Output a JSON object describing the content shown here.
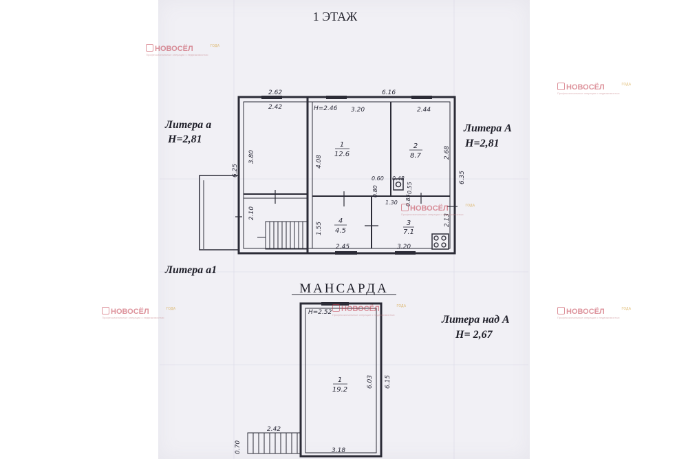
{
  "floor1": {
    "title": "1 ЭТАЖ",
    "litera_a": "Литера а",
    "litera_a_height": "H=2,81",
    "litera_A": "Литера А",
    "litera_A_height": "H=2,81",
    "litera_a1": "Литера а1",
    "dims": {
      "top_left": "2.62",
      "top_left_inner": "2.42",
      "top_right": "6.16",
      "ceiling": "H=2.46",
      "room1_width": "3.20",
      "room2_width": "2.44",
      "left_a_height": "3.80",
      "left_outer": "6.25",
      "left_stair": "2.10",
      "room1_height": "4.08",
      "right_room2": "2.68",
      "right_outer": "6.35",
      "kitchen_a": "0.60",
      "kitchen_b": "0.48",
      "kitchen_c": "0.80",
      "kitchen_d": "0.55",
      "kitchen_e": "1.30",
      "kitchen_f": "0.85",
      "room4_height": "1.55",
      "room3_height": "2.13",
      "bottom_room4": "2.45",
      "bottom_room3": "3.20"
    },
    "rooms": [
      {
        "num": "1",
        "area": "12.6"
      },
      {
        "num": "2",
        "area": "8.7"
      },
      {
        "num": "3",
        "area": "7.1"
      },
      {
        "num": "4",
        "area": "4.5"
      }
    ]
  },
  "attic": {
    "title": "МАНСАРДА",
    "litera": "Литера над А",
    "height": "H= 2,67",
    "dims": {
      "ceiling": "H=2.52",
      "right_inner": "6.03",
      "right_outer": "6.15",
      "stair_width": "2.42",
      "stair_side": "0.70",
      "bottom": "3.18"
    },
    "room": {
      "num": "1",
      "area": "19.2"
    }
  },
  "watermark": {
    "brand": "НОВОСЁЛ",
    "tagline": "Профессиональные операции с недвижимостью",
    "award": "ГОДА"
  }
}
